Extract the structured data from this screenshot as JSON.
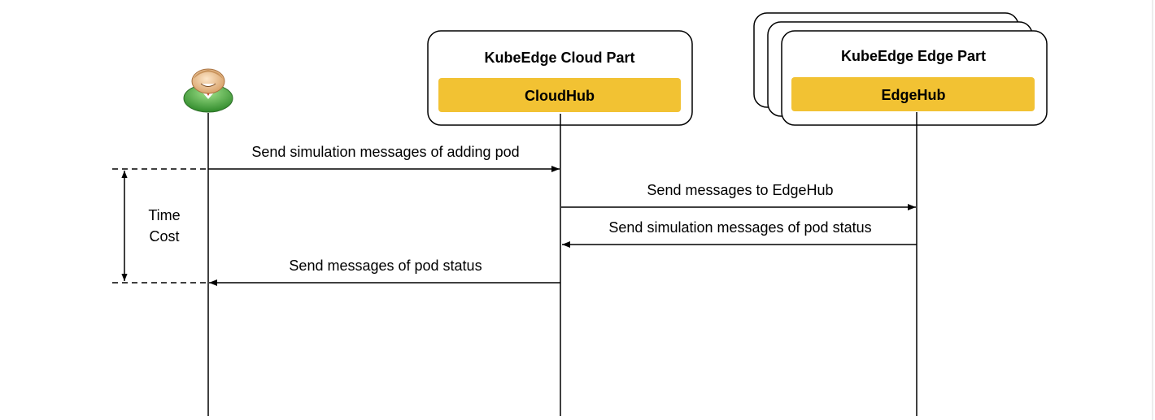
{
  "participants": {
    "cloud": {
      "title": "KubeEdge Cloud Part",
      "component": "CloudHub"
    },
    "edge": {
      "title": "KubeEdge Edge Part",
      "component": "EdgeHub"
    }
  },
  "messages": [
    "Send simulation messages of adding pod",
    "Send messages to EdgeHub",
    "Send simulation messages of pod status",
    "Send messages of pod status"
  ],
  "time_cost": {
    "line1": "Time",
    "line2": "Cost"
  },
  "colors": {
    "component_fill": "#f2c233",
    "box_border": "#000000",
    "line": "#000000",
    "user_body": "#5ab94a",
    "user_head": "#f3c99a"
  },
  "icons": {
    "user": "user-avatar-icon"
  }
}
